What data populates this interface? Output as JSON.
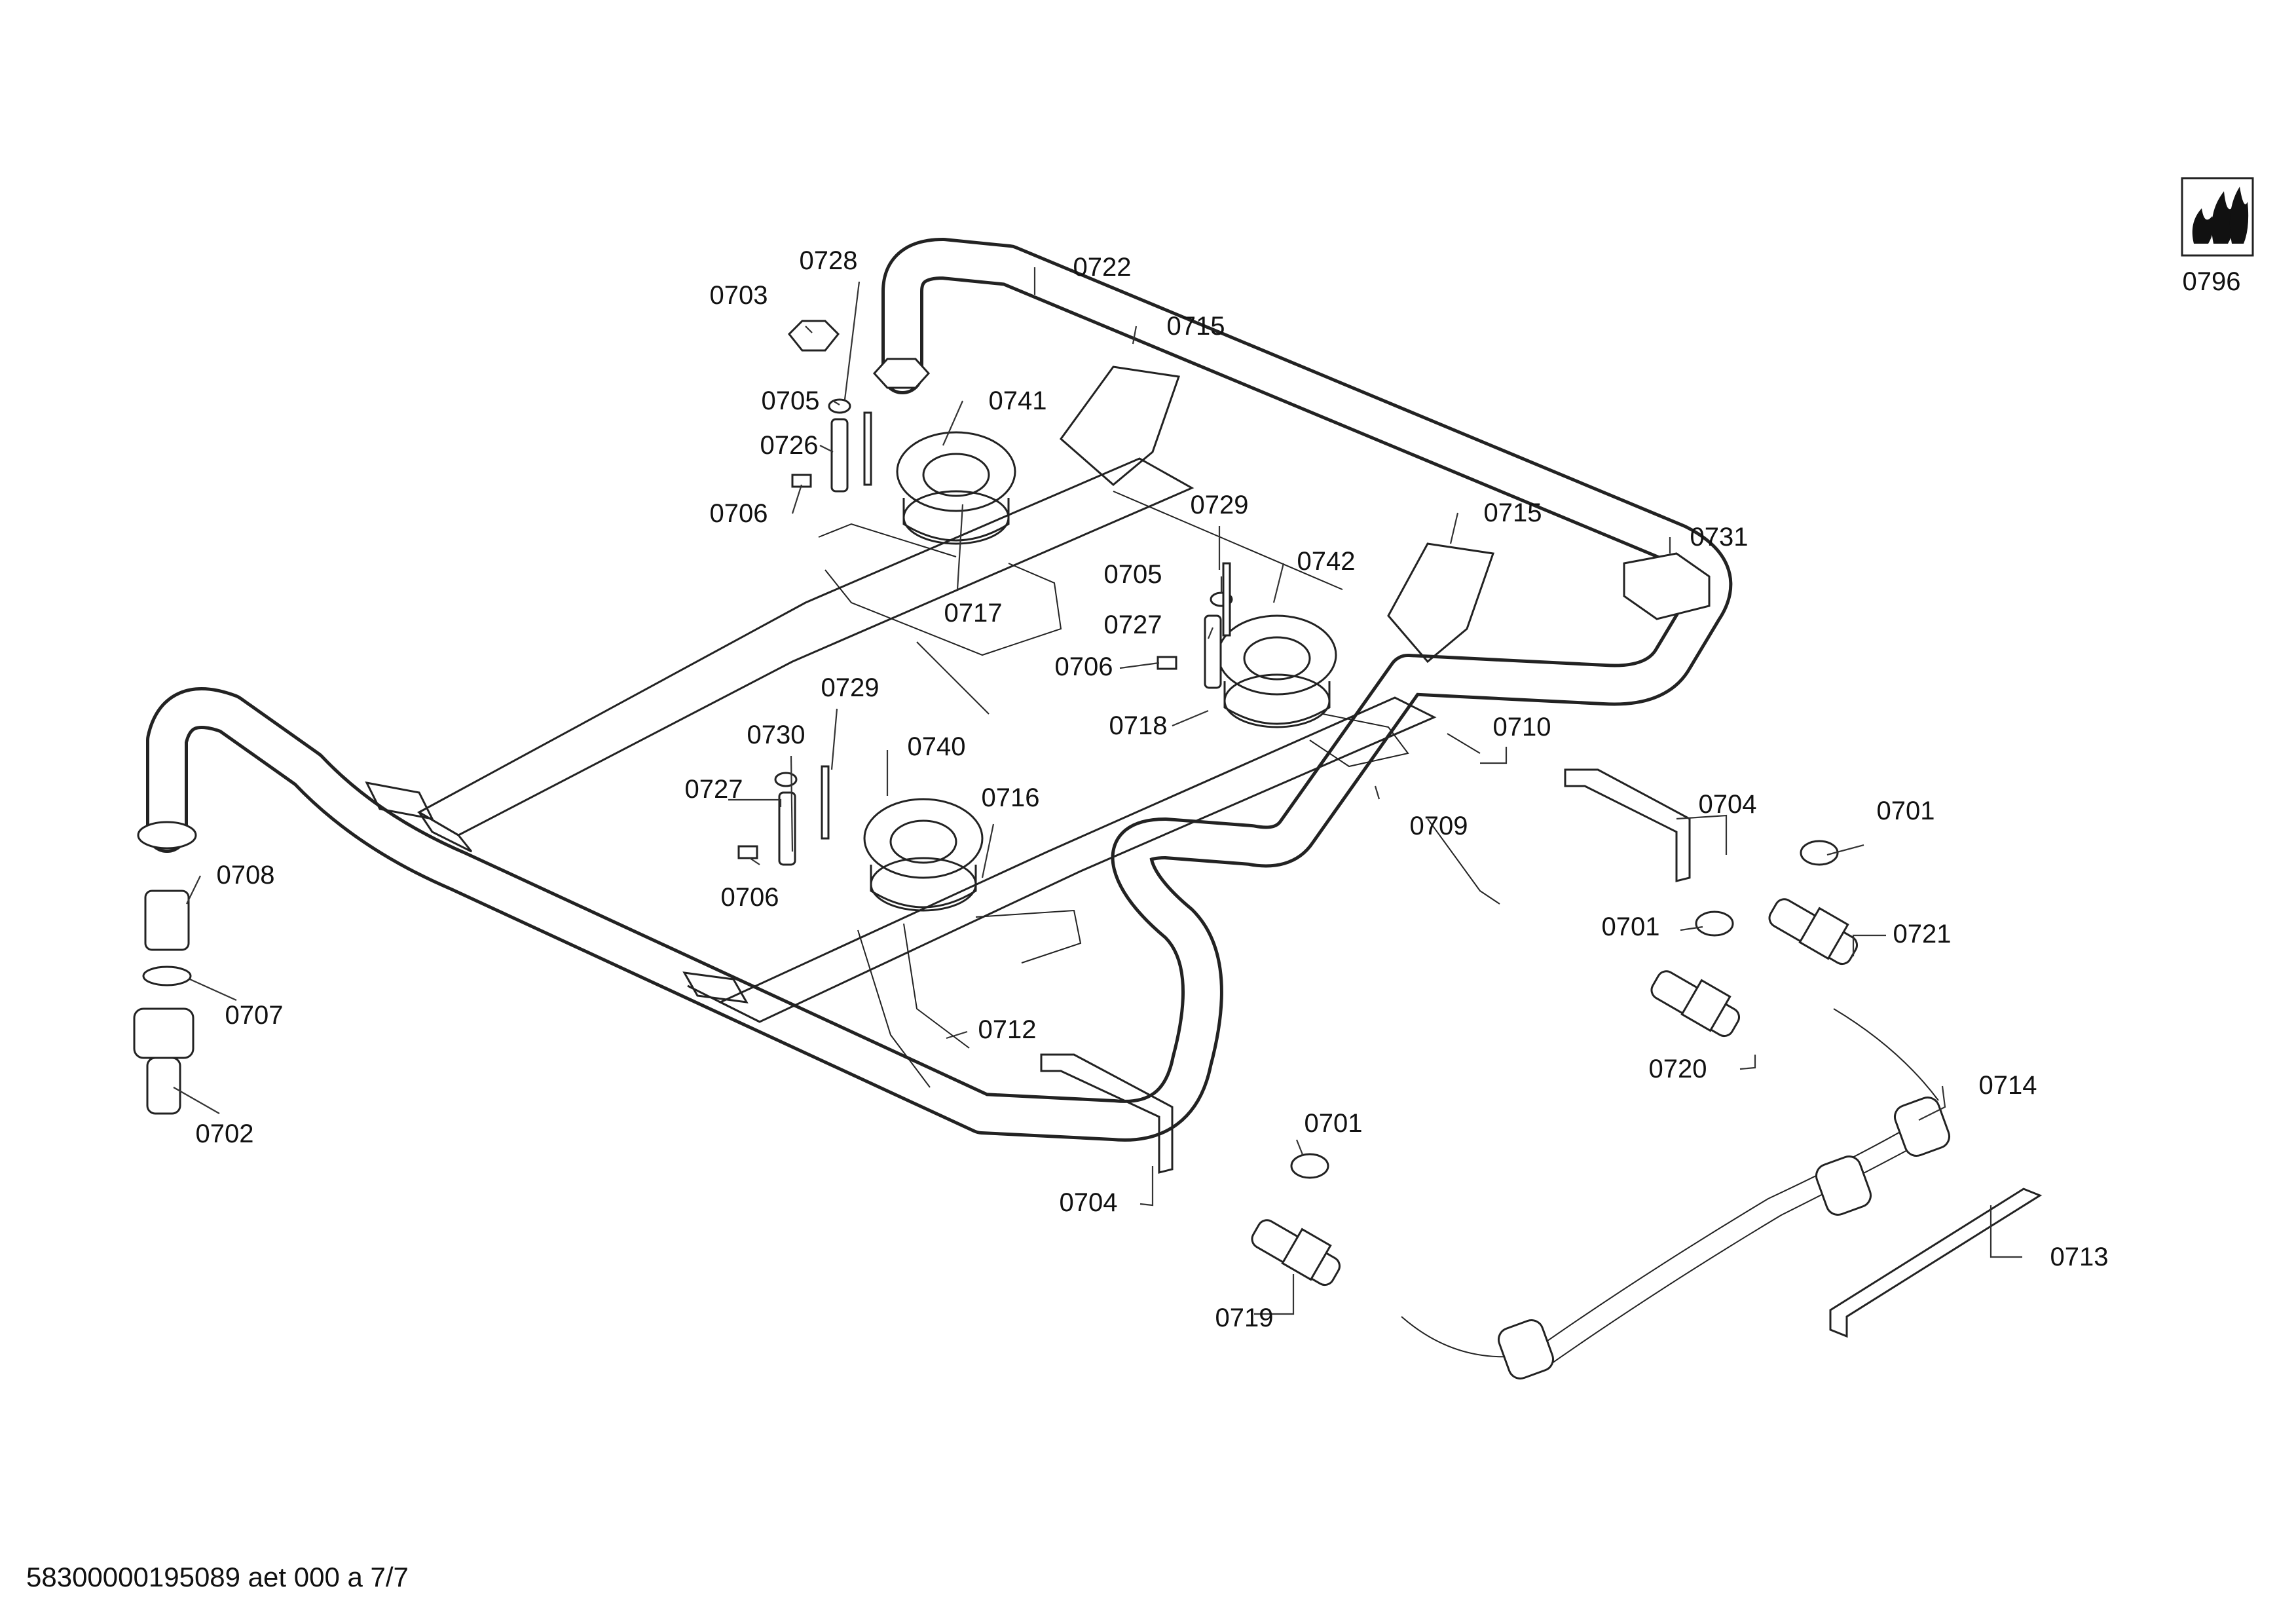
{
  "diagram": {
    "part_labels": [
      {
        "id": "0728",
        "text": "0728"
      },
      {
        "id": "0722",
        "text": "0722"
      },
      {
        "id": "0703",
        "text": "0703"
      },
      {
        "id": "0715a",
        "text": "0715"
      },
      {
        "id": "0705a",
        "text": "0705"
      },
      {
        "id": "0741",
        "text": "0741"
      },
      {
        "id": "0726",
        "text": "0726"
      },
      {
        "id": "0706a",
        "text": "0706"
      },
      {
        "id": "0729a",
        "text": "0729"
      },
      {
        "id": "0715b",
        "text": "0715"
      },
      {
        "id": "0742",
        "text": "0742"
      },
      {
        "id": "0705b",
        "text": "0705"
      },
      {
        "id": "0731",
        "text": "0731"
      },
      {
        "id": "0717",
        "text": "0717"
      },
      {
        "id": "0727a",
        "text": "0727"
      },
      {
        "id": "0706b",
        "text": "0706"
      },
      {
        "id": "0718",
        "text": "0718"
      },
      {
        "id": "0729b",
        "text": "0729"
      },
      {
        "id": "0710",
        "text": "0710"
      },
      {
        "id": "0730",
        "text": "0730"
      },
      {
        "id": "0740",
        "text": "0740"
      },
      {
        "id": "0727b",
        "text": "0727"
      },
      {
        "id": "0716",
        "text": "0716"
      },
      {
        "id": "0709",
        "text": "0709"
      },
      {
        "id": "0704a",
        "text": "0704"
      },
      {
        "id": "0701a",
        "text": "0701"
      },
      {
        "id": "0708",
        "text": "0708"
      },
      {
        "id": "0706c",
        "text": "0706"
      },
      {
        "id": "0701b",
        "text": "0701"
      },
      {
        "id": "0721",
        "text": "0721"
      },
      {
        "id": "0707",
        "text": "0707"
      },
      {
        "id": "0712",
        "text": "0712"
      },
      {
        "id": "0720",
        "text": "0720"
      },
      {
        "id": "0714",
        "text": "0714"
      },
      {
        "id": "0702",
        "text": "0702"
      },
      {
        "id": "0701c",
        "text": "0701"
      },
      {
        "id": "0704b",
        "text": "0704"
      },
      {
        "id": "0713",
        "text": "0713"
      },
      {
        "id": "0719",
        "text": "0719"
      },
      {
        "id": "0796",
        "text": "0796"
      }
    ],
    "symbol_icon": "gas-flames-icon"
  },
  "footer": {
    "document_code": "58300000195089 aet 000 a 7/7"
  }
}
